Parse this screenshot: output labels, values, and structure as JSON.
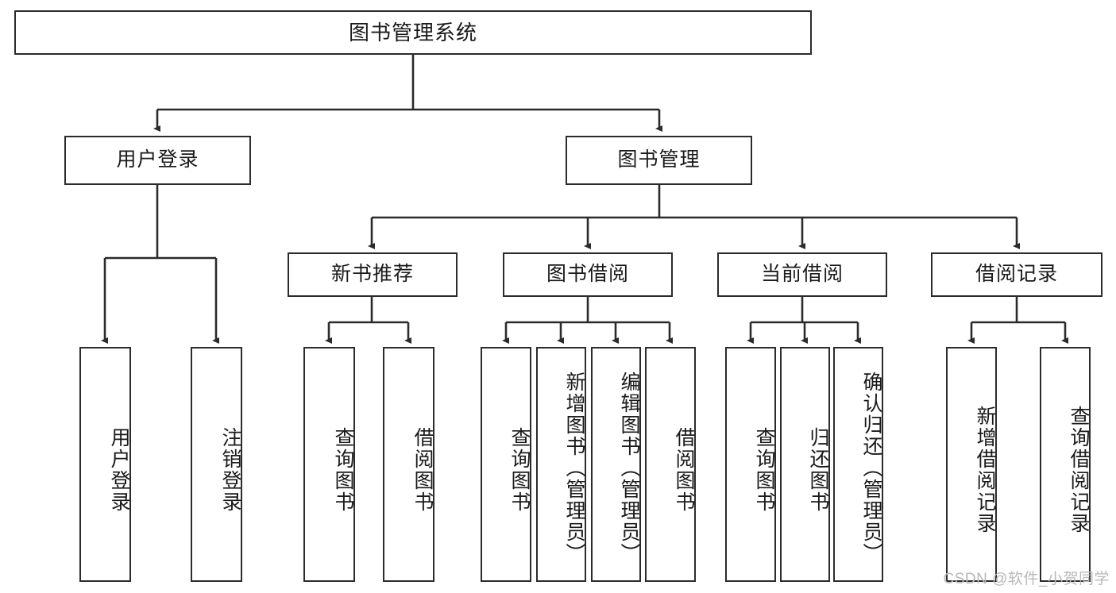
{
  "diagram": {
    "type": "tree",
    "title": "图书管理系统",
    "root": {
      "label": "图书管理系统"
    },
    "level2": [
      {
        "label": "用户登录"
      },
      {
        "label": "图书管理"
      }
    ],
    "level3": [
      {
        "label": "新书推荐"
      },
      {
        "label": "图书借阅"
      },
      {
        "label": "当前借阅"
      },
      {
        "label": "借阅记录"
      }
    ],
    "leaves_user_login": [
      {
        "label": "用户登录"
      },
      {
        "label": "注销登录"
      }
    ],
    "leaves_new_book": [
      {
        "label": "查询图书"
      },
      {
        "label": "借阅图书"
      }
    ],
    "leaves_borrow": [
      {
        "label": "查询图书"
      },
      {
        "label": "新增图书（管理员）"
      },
      {
        "label": "编辑图书（管理员）"
      },
      {
        "label": "借阅图书"
      }
    ],
    "leaves_current": [
      {
        "label": "查询图书"
      },
      {
        "label": "归还图书"
      },
      {
        "label": "确认归还（管理员）"
      }
    ],
    "leaves_records": [
      {
        "label": "新增借阅记录"
      },
      {
        "label": "查询借阅记录"
      }
    ]
  },
  "watermark": {
    "text": "CSDN @软件_小贺同学"
  },
  "colors": {
    "stroke": "#2b2b2b",
    "background": "#ffffff",
    "text": "#1a1a1a",
    "watermark": "#b8b8b8"
  }
}
